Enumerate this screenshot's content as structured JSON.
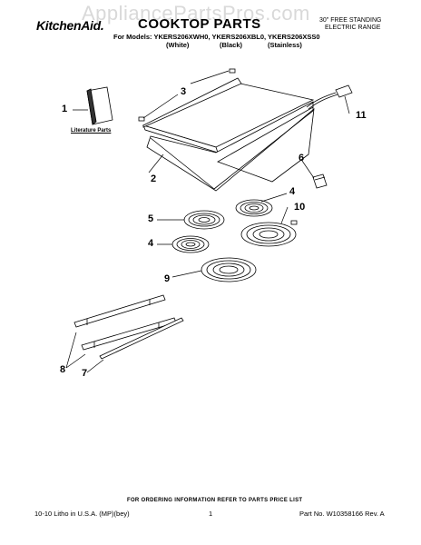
{
  "watermark": "AppliancePartsPros.com",
  "header": {
    "brand": "KitchenAid.",
    "title": "COOKTOP PARTS",
    "range_line1": "30\" FREE STANDING",
    "range_line2": "ELECTRIC RANGE",
    "models_line": "For Models: YKERS206XWH0, YKERS206XBL0, YKERS206XSS0",
    "variants": [
      "(White)",
      "(Black)",
      "(Stainless)"
    ]
  },
  "diagram": {
    "literature_caption": "Literature Parts",
    "callouts": [
      "1",
      "2",
      "3",
      "4",
      "4",
      "5",
      "6",
      "7",
      "8",
      "9",
      "10",
      "11"
    ]
  },
  "footer": {
    "ordering_note": "FOR ORDERING INFORMATION REFER TO PARTS PRICE LIST",
    "litho": "10-10 Litho in U.S.A. (MP)(bey)",
    "page_number": "1",
    "part_number": "Part No. W10358166 Rev. A"
  }
}
